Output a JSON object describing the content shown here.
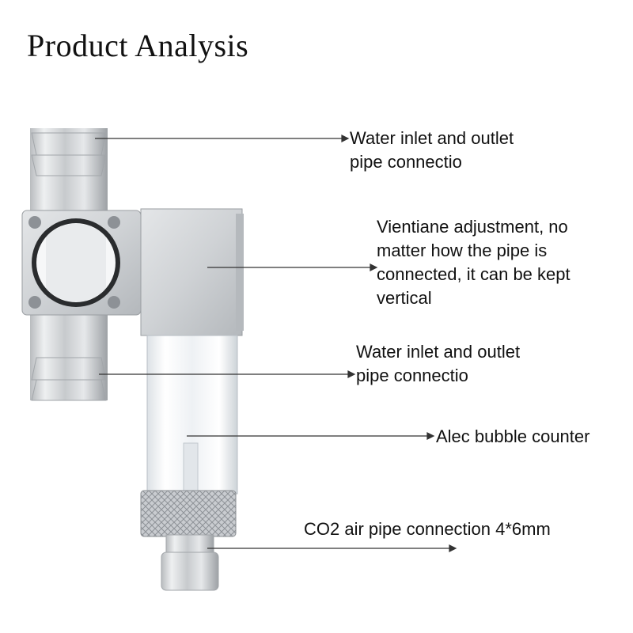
{
  "page": {
    "title": "Product Analysis"
  },
  "callouts": [
    {
      "lines": [
        "Water inlet and outlet",
        "pipe connectio"
      ]
    },
    {
      "lines": [
        "Vientiane adjustment, no",
        "matter how the pipe is",
        "connected, it can be kept",
        "vertical"
      ]
    },
    {
      "lines": [
        "Water inlet and outlet",
        "pipe connectio"
      ]
    },
    {
      "lines": [
        "Alec bubble counter"
      ]
    },
    {
      "lines": [
        "CO2 air pipe connection 4*6mm"
      ]
    }
  ]
}
